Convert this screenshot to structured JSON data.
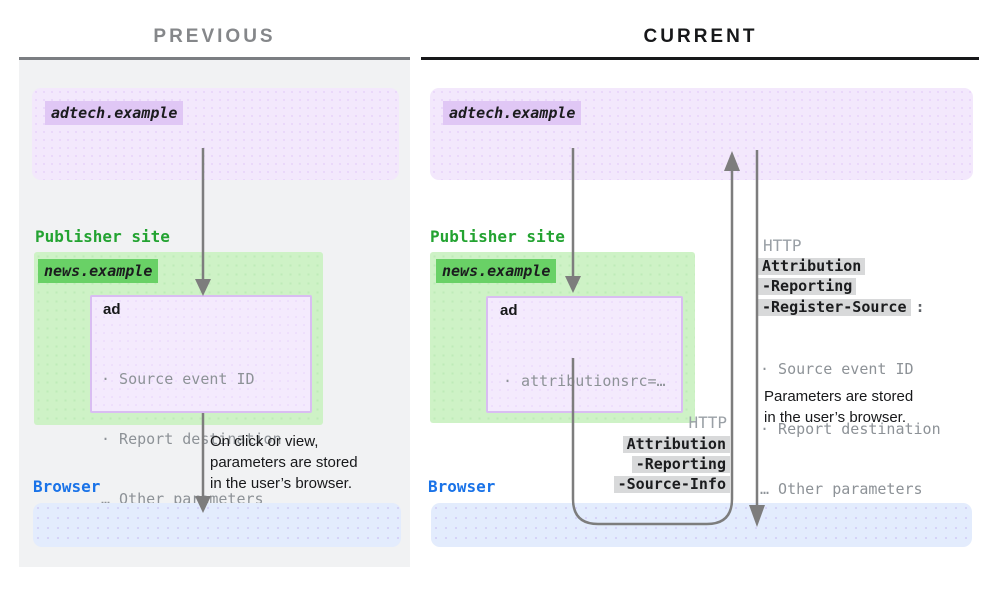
{
  "previous": {
    "title": "PREVIOUS",
    "adtech_label": "adtech.example",
    "publisher_label": "Publisher site",
    "news_label": "news.example",
    "ad_title": "ad",
    "ad_items": [
      "· Source event ID",
      "· Report destination",
      "… Other parameters"
    ],
    "caption_lines": [
      "On click or view,",
      "parameters are stored",
      "in the user’s browser."
    ],
    "browser_label": "Browser"
  },
  "current": {
    "title": "CURRENT",
    "adtech_label": "adtech.example",
    "publisher_label": "Publisher site",
    "news_label": "news.example",
    "ad_title": "ad",
    "ad_items": [
      "· attributionsrc=…"
    ],
    "request": {
      "http": "HTTP",
      "headers": [
        "Attribution",
        "-Reporting",
        "-Source-Info"
      ]
    },
    "response": {
      "http": "HTTP",
      "headers": [
        "Attribution",
        "-Reporting",
        "-Register-Source"
      ],
      "colon": ":",
      "items": [
        "· Source event ID",
        "· Report destination",
        "… Other parameters"
      ],
      "caption_lines": [
        "Parameters are stored",
        "in the user’s browser."
      ]
    },
    "browser_label": "Browser"
  },
  "colors": {
    "purple_fill": "#f3e8fc",
    "purple_highlight": "#e0c7f5",
    "green_fill": "#cef2c6",
    "green_highlight": "#69d166",
    "publisher_green": "#23a331",
    "browser_blue": "#1a73e8",
    "blue_fill": "#e3ecfd",
    "arrow_gray": "#7d7d7d",
    "muted_text_gray": "#8d9297",
    "http_gray": "#9aa0a6",
    "header_highlight_gray": "#d8d9da"
  }
}
